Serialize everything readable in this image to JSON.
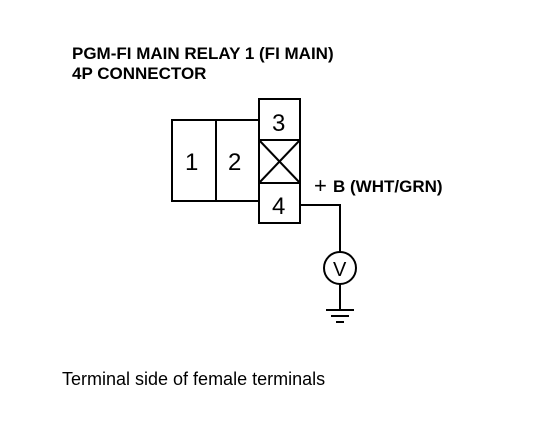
{
  "title": {
    "line1": "PGM-FI MAIN RELAY 1 (FI MAIN)",
    "line2": "4P CONNECTOR"
  },
  "connector": {
    "pins": [
      "1",
      "2",
      "3",
      "4"
    ]
  },
  "probe": {
    "plus_sign": "+",
    "label": "B (WHT/GRN)"
  },
  "meter": {
    "symbol": "V"
  },
  "caption": "Terminal side of female terminals"
}
